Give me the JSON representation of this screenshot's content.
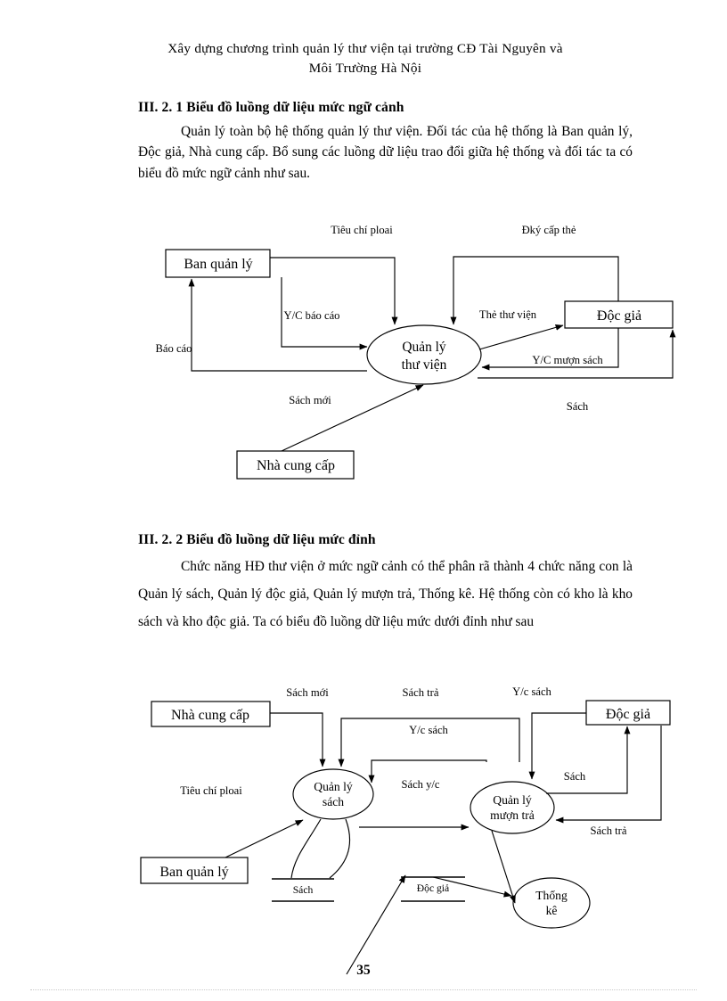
{
  "header": {
    "line1": "Xây dựng chương trình quản lý thư viện tại trường CĐ Tài Nguyên và",
    "line2": "Môi Trường Hà Nội"
  },
  "page_number": "35",
  "sections": [
    {
      "heading": "III. 2. 1  Biểu đồ luồng dữ liệu mức ngữ cảnh",
      "paragraph": "Quản lý toàn bộ hệ thống quản lý thư viện. Đối tác của hệ thống là Ban quản lý, Độc giả, Nhà cung cấp. Bổ sung các luồng dữ liệu trao đổi giữa hệ thống và đối tác ta có biểu đồ mức ngữ cảnh như sau."
    },
    {
      "heading": "III. 2. 2 Biểu đồ luồng dữ liệu mức đỉnh",
      "paragraph": "Chức năng HĐ thư viện ở mức ngữ cảnh có thể phân rã thành 4 chức năng con là Quản lý sách, Quản lý độc giả, Quản lý mượn trả, Thống kê. Hệ thống còn có kho là kho sách và kho độc giả. Ta có biểu đồ luồng dữ liệu mức dưới đỉnh như sau"
    }
  ],
  "diagram_context": {
    "entities": [
      {
        "id": "ban-quan-ly",
        "label": "Ban quản lý"
      },
      {
        "id": "doc-gia",
        "label": "Độc giả"
      },
      {
        "id": "nha-cung-cap",
        "label": "Nhà cung cấp"
      }
    ],
    "process": {
      "id": "quan-ly-thu-vien",
      "label_line1": "Quản lý",
      "label_line2": "thư viện"
    },
    "flows": [
      {
        "id": "tieu-chi-ploai",
        "label": "Tiêu chí ploai"
      },
      {
        "id": "dky-cap-the",
        "label": "Đký cấp thẻ"
      },
      {
        "id": "yc-bao-cao",
        "label": "Y/C báo cáo"
      },
      {
        "id": "the-thu-vien",
        "label": "Thẻ thư viện"
      },
      {
        "id": "bao-cao",
        "label": "Báo cáo"
      },
      {
        "id": "yc-muon-sach",
        "label": "Y/C mượn sách"
      },
      {
        "id": "sach-moi",
        "label": "Sách mới"
      },
      {
        "id": "sach",
        "label": "Sách"
      }
    ]
  },
  "diagram_top_level": {
    "entities": [
      {
        "id": "nha-cung-cap",
        "label": "Nhà cung cấp"
      },
      {
        "id": "doc-gia",
        "label": "Độc giả"
      },
      {
        "id": "ban-quan-ly",
        "label": "Ban quản lý"
      }
    ],
    "processes": [
      {
        "id": "quan-ly-sach",
        "label_line1": "Quản lý",
        "label_line2": "sách"
      },
      {
        "id": "quan-ly-muon-tra",
        "label_line1": "Quản lý",
        "label_line2": "mượn trả"
      },
      {
        "id": "thong-ke",
        "label_line1": "Thống",
        "label_line2": "kê"
      }
    ],
    "stores": [
      {
        "id": "store-sach",
        "label": "Sách"
      },
      {
        "id": "store-doc-gia",
        "label": "Độc giả"
      }
    ],
    "flows": [
      {
        "id": "sach-moi",
        "label": "Sách mới"
      },
      {
        "id": "sach-tra-top",
        "label": "Sách trả"
      },
      {
        "id": "yc-sach-top",
        "label": "Y/c sách"
      },
      {
        "id": "yc-sach-mid",
        "label": "Y/c sách"
      },
      {
        "id": "sach-yc",
        "label": "Sách y/c"
      },
      {
        "id": "sach-right",
        "label": "Sách"
      },
      {
        "id": "tieu-chi-ploai",
        "label": "Tiêu chí ploai"
      },
      {
        "id": "sach-tra-right",
        "label": "Sách trả"
      }
    ]
  }
}
